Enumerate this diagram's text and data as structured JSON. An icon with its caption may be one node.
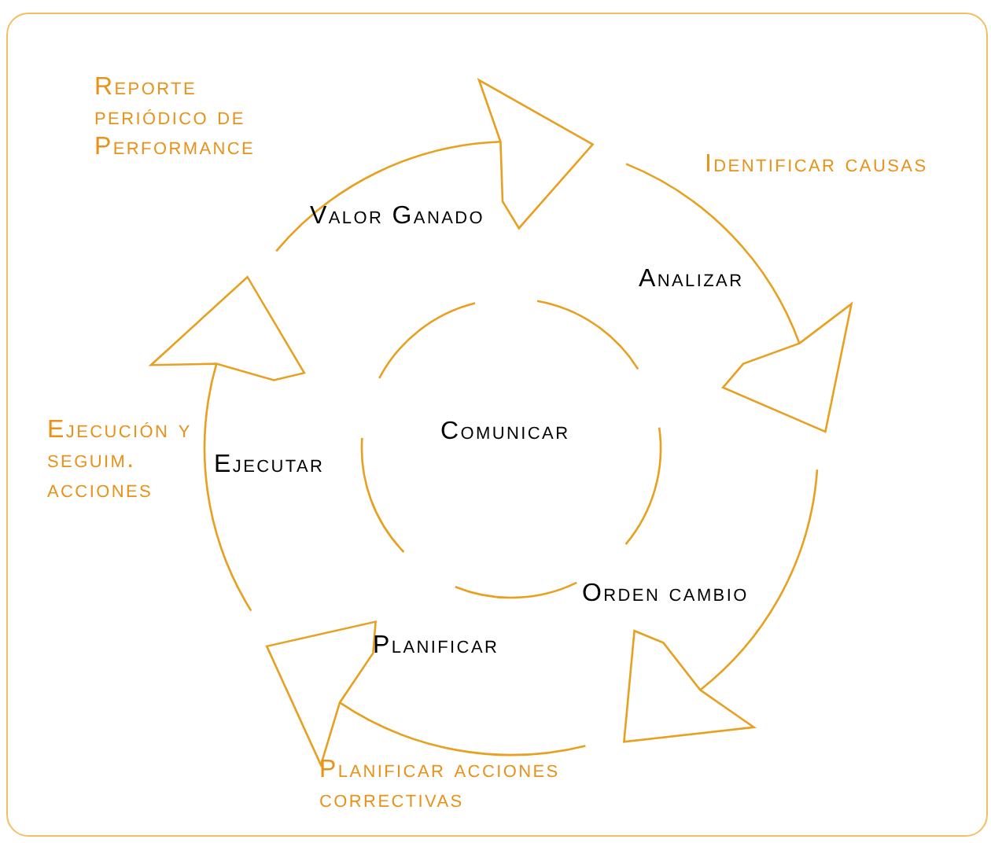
{
  "diagram": {
    "labels": [
      "Reporte periódico de Performance",
      "Valor Ganado",
      "Identificar causas",
      "Analizar",
      "Comunicar",
      "Ejecución y seguim. acciones",
      "Ejecutar",
      "Orden cambio",
      "Planificar",
      "Planificar acciones correctivas"
    ]
  }
}
